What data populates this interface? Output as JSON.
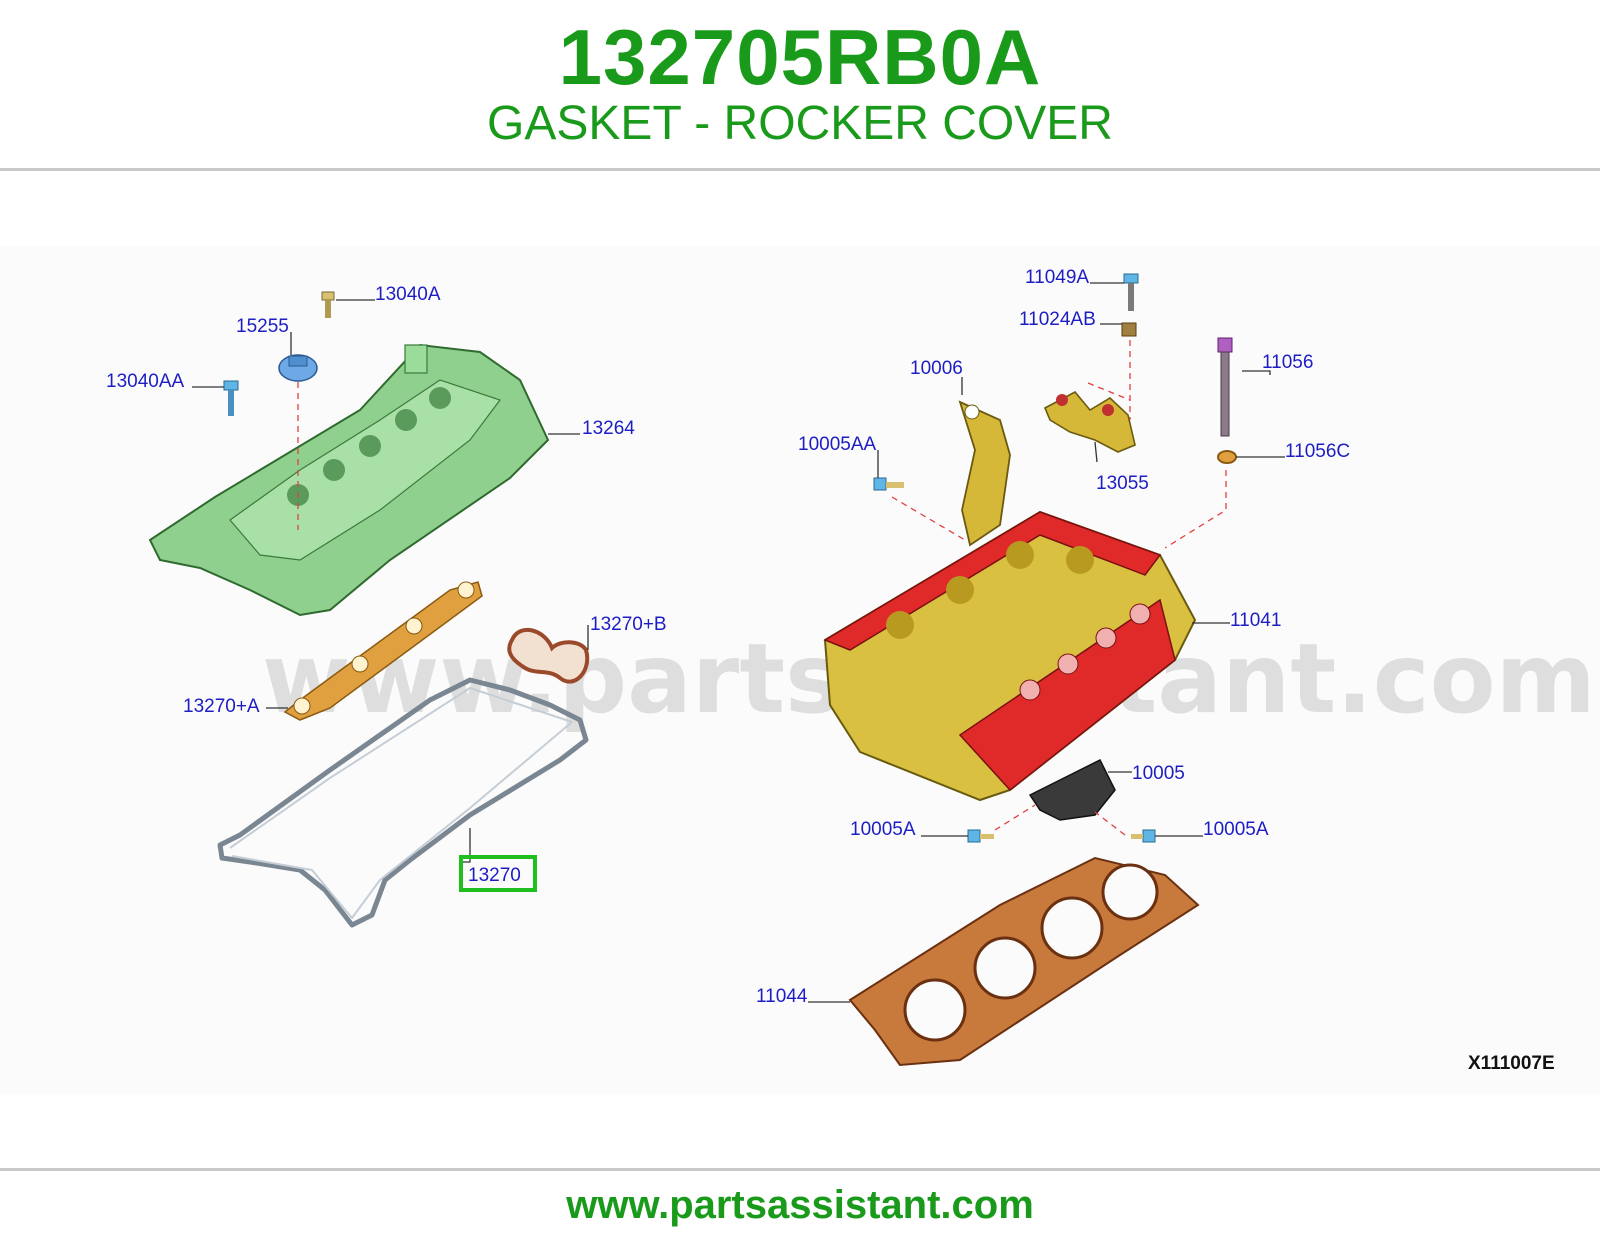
{
  "header": {
    "part_number": "132705RB0A",
    "part_name": "GASKET - ROCKER COVER"
  },
  "diagram": {
    "watermark": "www.partsassistant.com",
    "reference_code": "X111007E",
    "highlighted_callout": "13270",
    "highlight_color": "#1fbf1f",
    "callouts": [
      "13040A",
      "15255",
      "13040AA",
      "13264",
      "13270+B",
      "13270+A",
      "13270",
      "11049A",
      "11024AB",
      "11056",
      "10006",
      "10005AA",
      "11056C",
      "13055",
      "11041",
      "10005",
      "10005A",
      "10005A",
      "11044"
    ],
    "component_colors": {
      "rocker_cover": "#8fd08f",
      "oil_cap": "#6fa8e6",
      "gaskets_small": "#e0a040",
      "cover_gasket": "#9aa7b2",
      "cylinder_head_block": "#d9c040",
      "cylinder_head_face": "#e02a2a",
      "head_gasket": "#c87a3c",
      "bracket": "#3a3a3a",
      "bolt": "#5fb6e6"
    }
  },
  "footer": {
    "url": "www.partsassistant.com"
  }
}
